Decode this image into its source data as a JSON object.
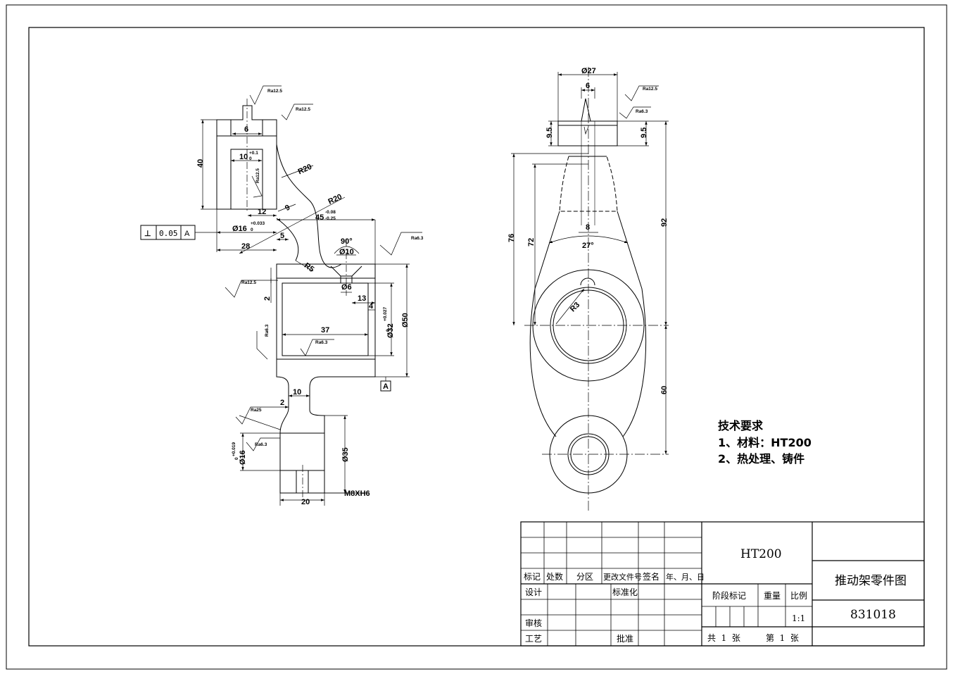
{
  "left_view": {
    "dims": {
      "d40": "40",
      "d6": "6",
      "d10": "10",
      "tol_01": "+0.1",
      "tol_0": "0",
      "r20a": "R20",
      "r20b": "R20",
      "d9": "9",
      "d12": "12",
      "d45": "45",
      "tol_m008": "-0.08",
      "tol_m025": "-0.25",
      "d16": "Ø16",
      "tol_0033": "+0.033",
      "tol_0b": "0",
      "d28": "28",
      "d5": "5",
      "r5": "R5",
      "a90": "90°",
      "d10b": "Ø10",
      "d6b": "Ø6",
      "d13": "13",
      "d4": "4",
      "d2": "2",
      "d37": "37",
      "d32": "Ø32",
      "tol_0027": "+0.027",
      "tol_0c": "0",
      "d50": "Ø50",
      "d10c": "10",
      "d2b": "2",
      "d16b": "Ø16",
      "tol_0019": "+0.019",
      "tol_0d": "0",
      "d35": "Ø35",
      "d20": "20",
      "thread": "M8XH6",
      "datum": "A"
    },
    "roughness": {
      "ra125_top": "Ra12.5",
      "ra125_right": "Ra12.5",
      "ra125_bore": "Ra12.5",
      "ra63_right": "Ra6.3",
      "ra125_left": "Ra12.5",
      "ra63_left": "Ra6.3",
      "ra63_bore": "Ra6.3",
      "ra25": "Ra25",
      "ra63_pin": "Ra6.3"
    },
    "tolerance_frame": {
      "symbol": "⊥",
      "value": "0.05",
      "datum": "A"
    }
  },
  "right_view": {
    "dims": {
      "d27": "Ø27",
      "d6": "6",
      "d95a": "9.5",
      "d95b": "9.5",
      "d92": "92",
      "d76": "76",
      "d72": "72",
      "d8": "8",
      "a27": "27°",
      "r3": "R3",
      "d60": "60"
    },
    "roughness": {
      "ra125": "Ra12.5",
      "ra63": "Ra6.3"
    }
  },
  "tech_requirements": {
    "title": "技术要求",
    "line1": "1、材料：HT200",
    "line2": "2、热处理、铸件"
  },
  "title_block": {
    "material": "HT200",
    "part_name": "推动架零件图",
    "drawing_no": "831018",
    "scale": "1:1",
    "headers": {
      "mark": "标记",
      "count": "处数",
      "zone": "分区",
      "change_doc": "更改文件号",
      "sign": "签名",
      "date": "年、月、日"
    },
    "roles": {
      "design": "设计",
      "standardize": "标准化",
      "review": "审核",
      "process": "工艺",
      "approve": "批准"
    },
    "stage_mark": "阶段标记",
    "weight": "重量",
    "scale_label": "比例",
    "total_sheets": "共  1  张",
    "sheet_no": "第  1  张"
  }
}
